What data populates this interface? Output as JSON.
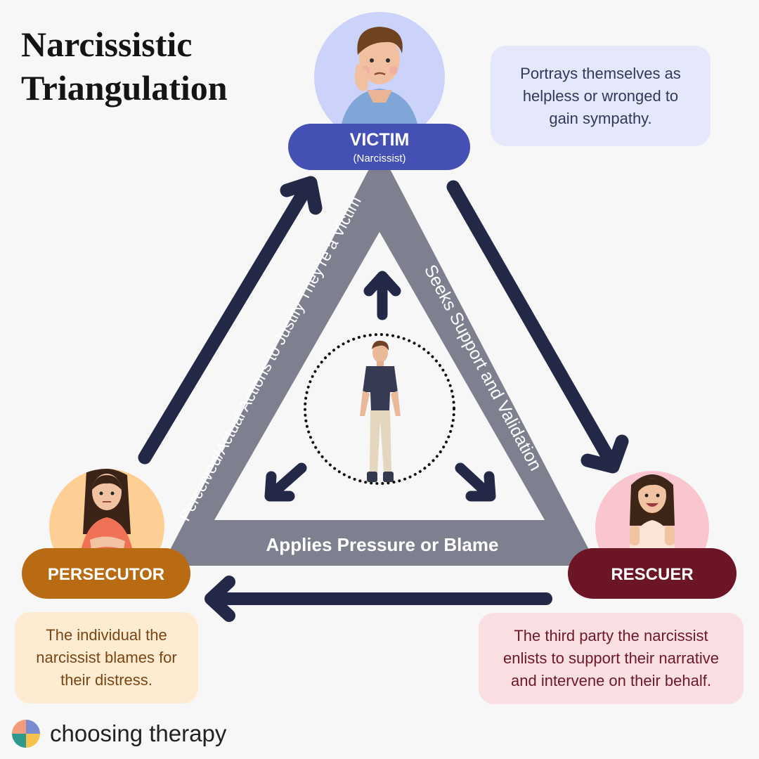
{
  "title": {
    "line1": "Narcissistic",
    "line2": "Triangulation"
  },
  "roles": {
    "victim": {
      "label": "VICTIM",
      "sublabel": "(Narcissist)",
      "color": "#4450b4",
      "circle_color": "#cbd3fb"
    },
    "persecutor": {
      "label": "PERSECUTOR",
      "color": "#b86b12",
      "circle_color": "#fdcf94"
    },
    "rescuer": {
      "label": "RESCUER",
      "color": "#6b1525",
      "circle_color": "#f9c6cf"
    }
  },
  "descriptions": {
    "victim": "Portrays themselves as helpless or wronged to gain sympathy.",
    "persecutor": "The individual the narcissist blames for their distress.",
    "rescuer": "The third party the narcissist enlists to support their narrative and intervene on their behalf."
  },
  "triangle_labels": {
    "left": "Perceived/Actual Actions to Justify They’re a Victim",
    "right": "Seeks Support and Validation",
    "bottom": "Applies Pressure or Blame"
  },
  "colors": {
    "triangle": "#7e8090",
    "arrow": "#232846",
    "background": "#f7f7f7"
  },
  "brand": {
    "name": "choosing therapy"
  }
}
